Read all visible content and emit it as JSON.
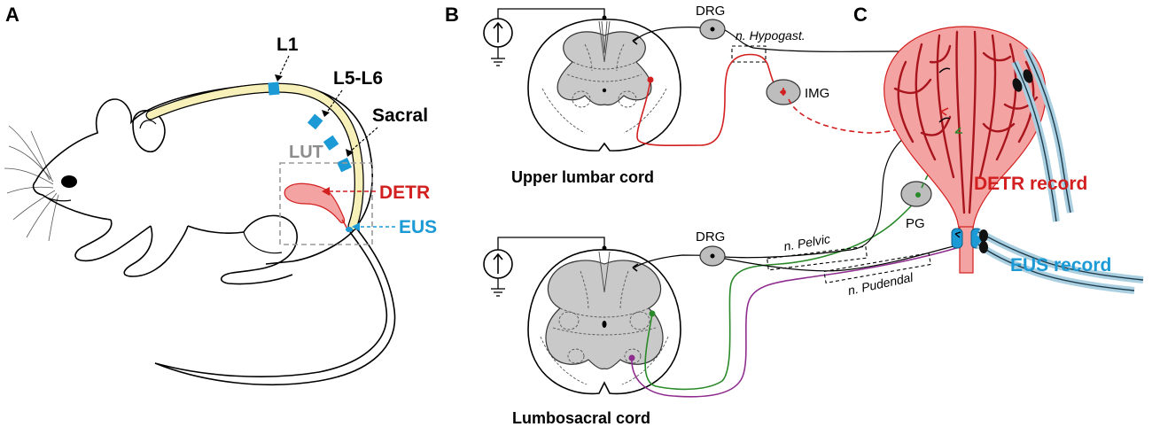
{
  "panels": {
    "a": "A",
    "b": "B",
    "c": "C"
  },
  "panel_a": {
    "segment_l1": "L1",
    "segment_l5_l6": "L5-L6",
    "segment_sacral": "Sacral",
    "lut_box": "LUT",
    "detr": "DETR",
    "eus": "EUS"
  },
  "panel_b": {
    "drg_upper": "DRG",
    "drg_lower": "DRG",
    "n_hypogast": "n. Hypogast.",
    "img": "IMG",
    "pg": "PG",
    "n_pelvic": "n. Pelvic",
    "n_pudendal": "n. Pudendal",
    "upper_cord_caption": "Upper lumbar cord",
    "lower_cord_caption": "Lumbosacral cord"
  },
  "panel_c": {
    "detr_record": "DETR record",
    "eus_record": "EUS record"
  },
  "colors": {
    "red": "#d21f1f",
    "blue": "#1b9ad6",
    "green": "#2a8a2a",
    "purple": "#8e2d8e",
    "yellow": "#f7f0b8",
    "bladder": "#f4a3a3",
    "grey_label": "#8c8c8c"
  },
  "icons": {
    "stimulator": "current-source-icon",
    "ground": "ground-icon"
  }
}
